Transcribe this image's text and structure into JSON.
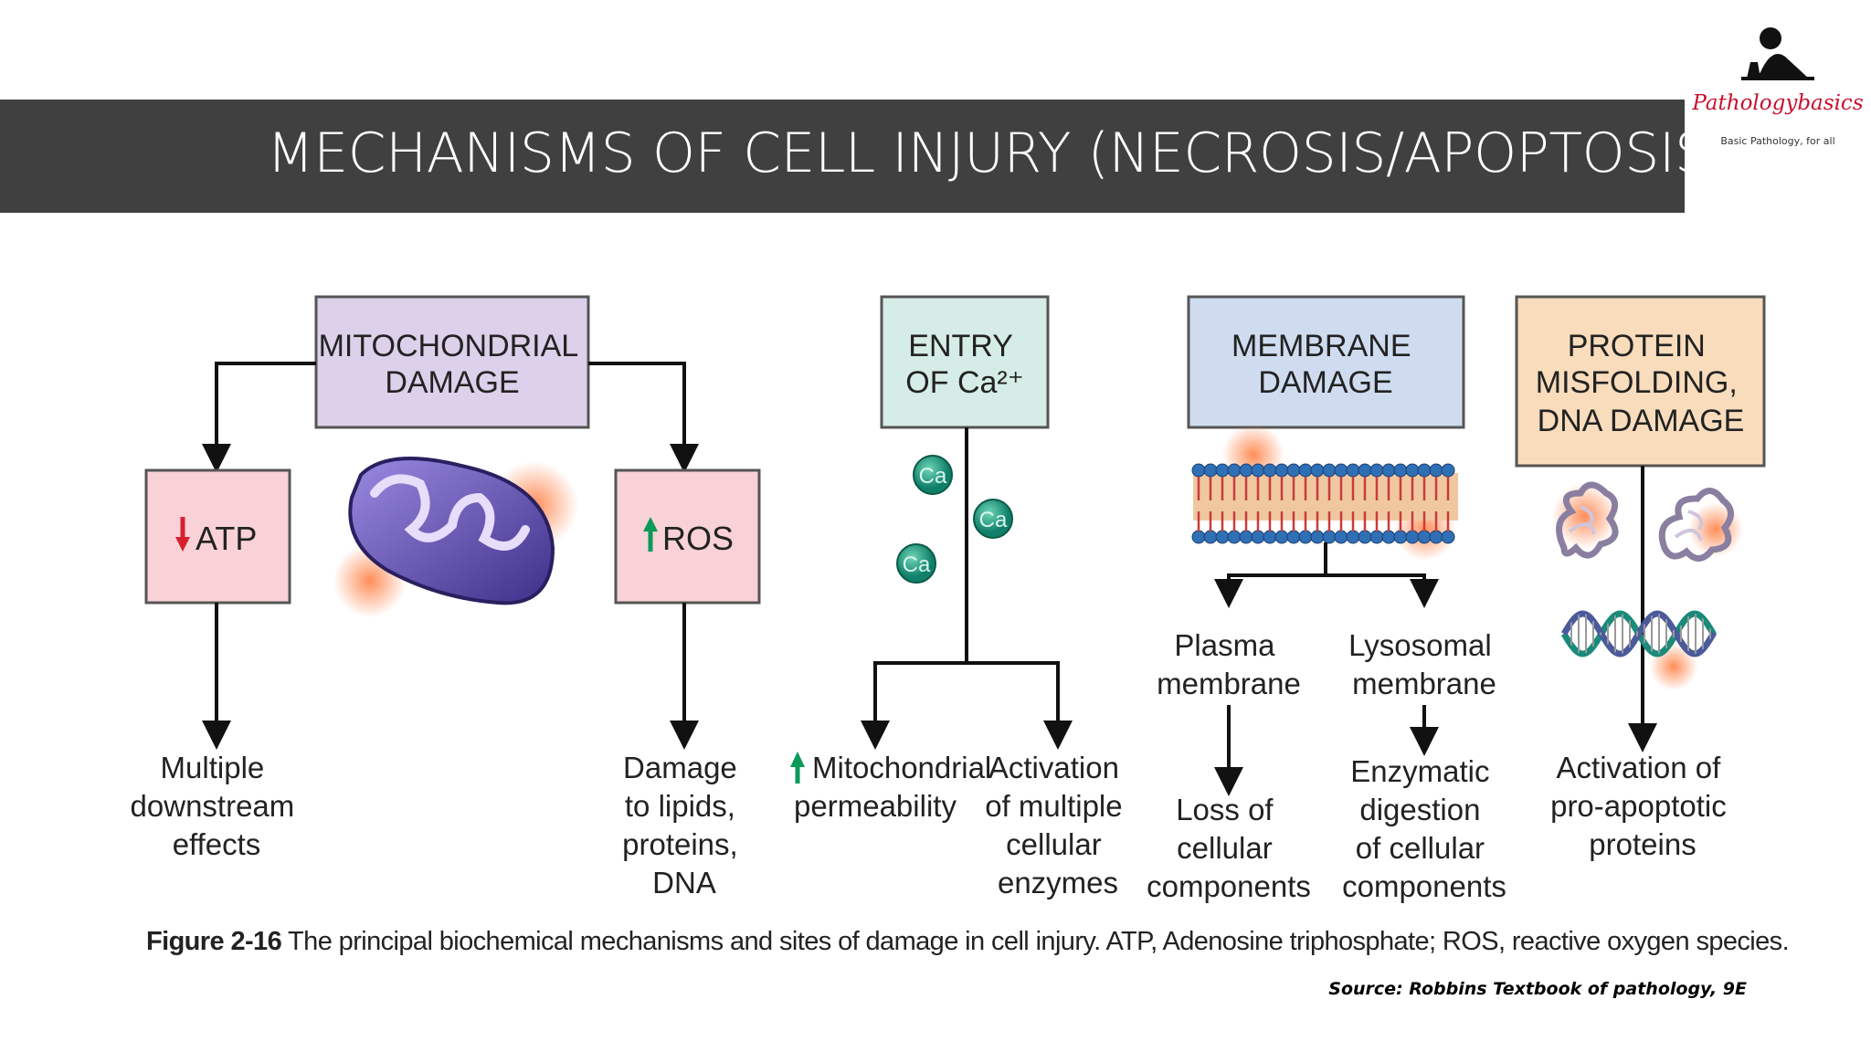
{
  "slide": {
    "title": "MECHANISMS OF CELL INJURY (NECROSIS/APOPTOSIS)",
    "source": "Source: Robbins Textbook of pathology, 9E"
  },
  "logo": {
    "name": "Pathologybasics",
    "tagline": "Basic Pathology, for all"
  },
  "colors": {
    "title_bar": "#404040",
    "mito_box": "#dcd0ea",
    "effect_box": "#f8d2d6",
    "calcium_box": "#d6ece6",
    "membrane_box": "#cfdcf0",
    "protein_box": "#f8dcbc",
    "down_arrow": "#d62030",
    "up_arrow": "#0a9a5a"
  },
  "diagram": {
    "mito_box": [
      "MITOCHONDRIAL",
      "DAMAGE"
    ],
    "atp_box": "ATP",
    "ros_box": "ROS",
    "atp_effect": [
      "Multiple",
      "downstream",
      "effects"
    ],
    "ros_effect": [
      "Damage",
      "to lipids,",
      "proteins,",
      "DNA"
    ],
    "calcium_box": [
      "ENTRY",
      "OF Ca²⁺"
    ],
    "ca_ion": "Ca",
    "calcium_effect_1": [
      "Mitochondrial",
      "permeability"
    ],
    "calcium_effect_2": [
      "Activation",
      "of multiple",
      "cellular",
      "enzymes"
    ],
    "membrane_box": [
      "MEMBRANE",
      "DAMAGE"
    ],
    "plasma_label": [
      "Plasma",
      "membrane"
    ],
    "lysosomal_label": [
      "Lysosomal",
      "membrane"
    ],
    "plasma_effect": [
      "Loss of",
      "cellular",
      "components"
    ],
    "lysosomal_effect": [
      "Enzymatic",
      "digestion",
      "of cellular",
      "components"
    ],
    "protein_box": [
      "PROTEIN",
      "MISFOLDING,",
      "DNA DAMAGE"
    ],
    "protein_effect": [
      "Activation of",
      "pro-apoptotic",
      "proteins"
    ]
  },
  "caption": {
    "figure": "Figure 2-16",
    "text": " The principal biochemical mechanisms and sites of damage in cell injury. ATP, Adenosine triphosphate; ROS, reactive oxygen species."
  },
  "icons": [
    "logo-person-microscope-icon",
    "mitochondrion-icon",
    "lipid-bilayer-icon",
    "misfolded-protein-icon",
    "dna-helix-icon",
    "calcium-ion-icon",
    "down-arrow-icon",
    "up-arrow-icon"
  ]
}
